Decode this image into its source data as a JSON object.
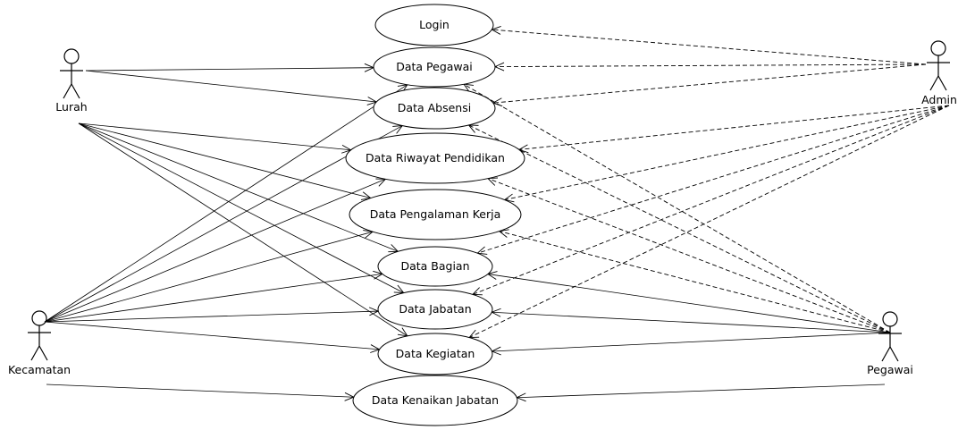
{
  "actors": {
    "lurah": "Lurah",
    "admin": "Admin",
    "kecamatan": "Kecamatan",
    "pegawai": "Pegawai"
  },
  "use_cases": {
    "login": "Login",
    "data_pegawai": "Data Pegawai",
    "data_absensi": "Data Absensi",
    "data_riwayat_pendidikan": "Data Riwayat Pendidikan",
    "data_pengalaman_kerja": "Data Pengalaman Kerja",
    "data_bagian": "Data Bagian",
    "data_jabatan": "Data Jabatan",
    "data_kegiatan": "Data Kegiatan",
    "data_kenaikan_jabatan": "Data Kenaikan Jabatan"
  },
  "associations": [
    {
      "from": "lurah",
      "to": "data_pegawai"
    },
    {
      "from": "lurah",
      "to": "data_absensi"
    },
    {
      "from": "lurah",
      "to": "data_riwayat_pendidikan"
    },
    {
      "from": "lurah",
      "to": "data_pengalaman_kerja"
    },
    {
      "from": "lurah",
      "to": "data_bagian"
    },
    {
      "from": "lurah",
      "to": "data_jabatan"
    },
    {
      "from": "lurah",
      "to": "data_kegiatan"
    },
    {
      "from": "kecamatan",
      "to": "data_pegawai"
    },
    {
      "from": "kecamatan",
      "to": "data_absensi"
    },
    {
      "from": "kecamatan",
      "to": "data_riwayat_pendidikan"
    },
    {
      "from": "kecamatan",
      "to": "data_pengalaman_kerja"
    },
    {
      "from": "kecamatan",
      "to": "data_bagian"
    },
    {
      "from": "kecamatan",
      "to": "data_jabatan"
    },
    {
      "from": "kecamatan",
      "to": "data_kegiatan"
    },
    {
      "from": "kecamatan",
      "to": "data_kenaikan_jabatan"
    },
    {
      "from": "pegawai",
      "to": "data_bagian"
    },
    {
      "from": "pegawai",
      "to": "data_jabatan"
    },
    {
      "from": "pegawai",
      "to": "data_kegiatan"
    },
    {
      "from": "pegawai",
      "to": "data_kenaikan_jabatan"
    }
  ],
  "dependencies": [
    {
      "from": "admin",
      "to": "login"
    },
    {
      "from": "admin",
      "to": "data_pegawai"
    },
    {
      "from": "admin",
      "to": "data_absensi"
    },
    {
      "from": "admin",
      "to": "data_riwayat_pendidikan"
    },
    {
      "from": "admin",
      "to": "data_pengalaman_kerja"
    },
    {
      "from": "admin",
      "to": "data_bagian"
    },
    {
      "from": "admin",
      "to": "data_jabatan"
    },
    {
      "from": "admin",
      "to": "data_kegiatan"
    },
    {
      "from": "pegawai",
      "to": "data_pegawai"
    },
    {
      "from": "pegawai",
      "to": "data_absensi"
    },
    {
      "from": "pegawai",
      "to": "data_riwayat_pendidikan"
    },
    {
      "from": "pegawai",
      "to": "data_pengalaman_kerja"
    }
  ]
}
